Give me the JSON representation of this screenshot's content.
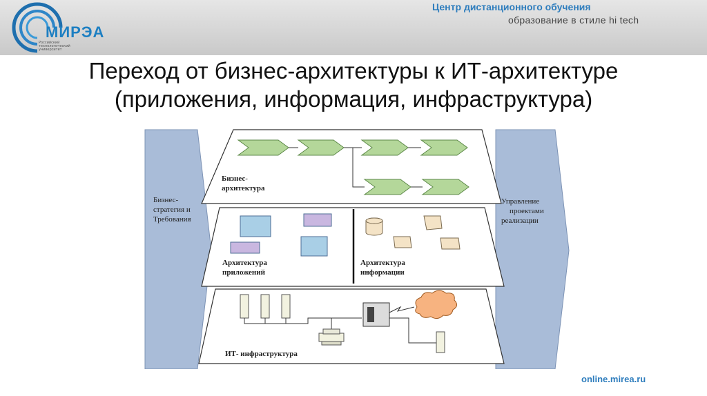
{
  "header": {
    "logo_text": "МИРЭА",
    "logo_subtitle": "Российский технологический университет",
    "center_name": "Центр дистанционного обучения",
    "tagline": "образование в стиле hi tech"
  },
  "title": {
    "line1": "Переход от бизнес-архитектуры к ИТ-архитектуре",
    "line2": "(приложения, информация, инфраструктура)"
  },
  "diagram": {
    "left_panel": [
      "Бизнес-",
      "стратегия и",
      "Требования"
    ],
    "right_panel": [
      "Управление",
      "проектами",
      "реализации"
    ],
    "business_layer": [
      "Бизнес-",
      "архитектура"
    ],
    "applications_layer": [
      "Архитектура",
      "приложений"
    ],
    "information_layer": [
      "Архитектура",
      "информации"
    ],
    "infrastructure_layer": "ИТ- инфраструктура",
    "colors": {
      "side_panel": "#a9bcd8",
      "process_arrow": "#b4d79a",
      "app_box": "#a9cfe6",
      "app_box_alt": "#c9b7e0",
      "info_shape": "#f4e3c6",
      "cloud": "#f7b380"
    }
  },
  "footer": {
    "url": "online.mirea.ru"
  }
}
